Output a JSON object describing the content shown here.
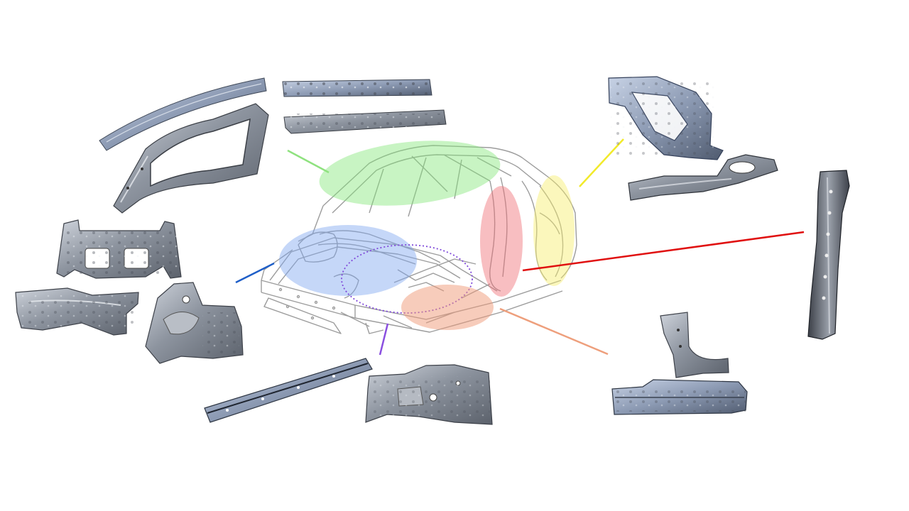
{
  "diagram": {
    "car_body": {
      "icon": "car-body-in-white-wireframe-icon"
    },
    "zones": [
      {
        "name": "roof",
        "color": "#86e67a"
      },
      {
        "name": "front-structure",
        "color": "#7ea6ef"
      },
      {
        "name": "floor-tunnel",
        "color": "#7f49d9"
      },
      {
        "name": "rocker",
        "color": "#ef9a78"
      },
      {
        "name": "b-pillar",
        "color": "#ef6f75"
      },
      {
        "name": "rear-quarter",
        "color": "#f6ee6a"
      }
    ],
    "leader_colors": {
      "roof": "#8fe27f",
      "front-structure": "#1f5fc8",
      "floor-tunnel": "#8a4fe0",
      "rocker": "#ee9f7c",
      "b-pillar": "#e01010",
      "rear-quarter": "#f2ea2a"
    },
    "parts": [
      {
        "group": "roof",
        "icon": "a-pillar-rail-part-icon"
      },
      {
        "group": "roof",
        "icon": "side-frame-part-icon"
      },
      {
        "group": "roof",
        "icon": "roof-rail-upper-part-icon"
      },
      {
        "group": "roof",
        "icon": "roof-rail-lower-part-icon"
      },
      {
        "group": "front-structure",
        "icon": "dash-panel-part-icon"
      },
      {
        "group": "front-structure",
        "icon": "front-floor-panel-part-icon"
      },
      {
        "group": "front-structure",
        "icon": "shock-tower-part-icon"
      },
      {
        "group": "floor-tunnel",
        "icon": "tunnel-rail-part-icon"
      },
      {
        "group": "floor-tunnel",
        "icon": "floor-bracket-part-icon"
      },
      {
        "group": "rear-quarter",
        "icon": "quarter-inner-panel-part-icon"
      },
      {
        "group": "rear-quarter",
        "icon": "rear-side-member-part-icon"
      },
      {
        "group": "b-pillar",
        "icon": "b-pillar-reinforcement-part-icon"
      },
      {
        "group": "rocker",
        "icon": "rocker-gusset-part-icon"
      },
      {
        "group": "rocker",
        "icon": "rocker-panel-part-icon"
      }
    ]
  }
}
